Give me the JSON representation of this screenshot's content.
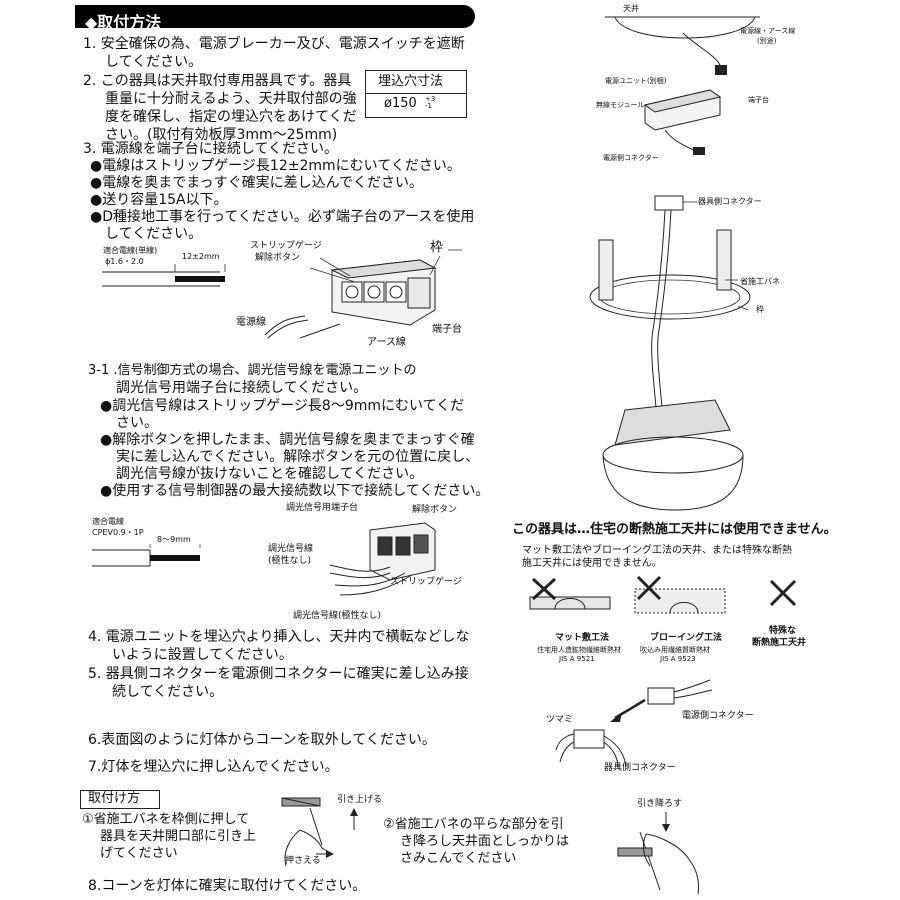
{
  "title": "◆取付方法",
  "steps": {
    "s1_l1": "1. 安全確保の為、電源ブレーカー及び、電源スイッチを遮断",
    "s1_l2": "してください。",
    "s2_l1": "2. この器具は天井取付専用器具です。器具",
    "s2_l2": "重量に十分耐えるよう、天井取付部の強",
    "s2_l3": "度を確保し、指定の埋込穴をあけてくだ",
    "s2_l4": "さい。(取付有効板厚3mm〜25mm)",
    "cutout_label": "埋込穴寸法",
    "cutout_value": "ø150",
    "cutout_tol": "+3 -1",
    "s3_l1": "3. 電源線を端子台に接続してください。",
    "s3_b1": "●電線はストリップゲージ長12±2mmにむいてください。",
    "s3_b2": "●電線を奥までまっすぐ確実に差し込んでください。",
    "s3_b3": "●送り容量15A以下。",
    "s3_b4a": "●D種接地工事を行ってください。必ず端子台のアースを使用",
    "s3_b4b": "してください。",
    "s31_l1": "3-1 .信号制御方式の場合、調光信号線を電源ユニットの",
    "s31_l2": "調光信号用端子台に接続してください。",
    "s31_b1a": "●調光信号線はストリップゲージ長8〜9mmにむいてくだ",
    "s31_b1b": "さい。",
    "s31_b2a": "●解除ボタンを押したまま、調光信号線を奥までまっすぐ確",
    "s31_b2b": "実に差し込んでください。解除ボタンを元の位置に戻し、",
    "s31_b2c": "調光信号線が抜けないことを確認してください。",
    "s31_b3": "●使用する信号制御器の最大接続数以下で接続してください。",
    "s4_l1": "4. 電源ユニットを埋込穴より挿入し、天井内で横転などしな",
    "s4_l2": "いように設置してください。",
    "s5_l1": "5. 器具側コネクターを電源側コネクターに確実に差し込み接",
    "s5_l2": "続してください。",
    "s6": "6.表面図のように灯体からコーンを取外してください。",
    "s7": "7.灯体を埋込穴に押し込んでください。",
    "s8": "8.コーンを灯体に確実に取付けてください。"
  },
  "diagram1": {
    "wire_spec1": "適合電線(単線)",
    "wire_spec2": "ϕ1.6・2.0",
    "strip_len": "12±2mm",
    "strip_gauge": "ストリップゲージ",
    "release_btn": "解除ボタン",
    "frame": "枠",
    "power_wire": "電源線",
    "terminal": "端子台",
    "earth_wire": "アース線"
  },
  "diagram2": {
    "wire_spec1": "適合電線",
    "wire_spec2": "CPEV0.9・1P",
    "strip_len": "8〜9mm",
    "terminal": "調光信号用端子台",
    "release_btn": "解除ボタン",
    "signal_wire1": "調光信号線",
    "signal_wire1b": "(極性なし)",
    "strip_gauge": "ストリップゲージ",
    "signal_wire2": "調光信号線(極性なし)"
  },
  "right_top": {
    "ceiling": "天井",
    "power_earth": "電源線・アース線",
    "power_earth2": "(別途)",
    "psu": "電源ユニット(別梱)",
    "module": "無線モジュール",
    "terminal": "端子台",
    "power_conn": "電源側コネクター",
    "fixture_conn": "器具側コネクター",
    "spring": "省施工バネ",
    "frame": "枠"
  },
  "warning": {
    "title": "この器具は…住宅の断熱施工天井には使用できません。",
    "line1": "マット敷工法やブローイング工法の天井、または特殊な断熱",
    "line2": "施工天井には使用できません。",
    "m1": "マット敷工法",
    "m1a": "住宅用人造鉱物繊維断熱材",
    "m1b": "JIS A 9521",
    "m2": "ブローイング工法",
    "m2a": "吹込み用繊維質断熱材",
    "m2b": "JIS A 9523",
    "m3a": "特殊な",
    "m3b": "断熱施工天井"
  },
  "connector": {
    "power": "電源側コネクター",
    "knob": "ツマミ",
    "fixture": "器具側コネクター"
  },
  "install": {
    "header": "取付け方",
    "c1_l1": "①省施工バネを枠側に押して",
    "c1_l2": "器具を天井開口部に引き上",
    "c1_l3": "げてください",
    "pull_up": "引き上げる",
    "press": "押さえる",
    "c2_l1": "②省施工バネの平らな部分を引",
    "c2_l2": "き降ろし天井面としっかりは",
    "c2_l3": "さみこんでください",
    "pull_down": "引き降ろす"
  }
}
